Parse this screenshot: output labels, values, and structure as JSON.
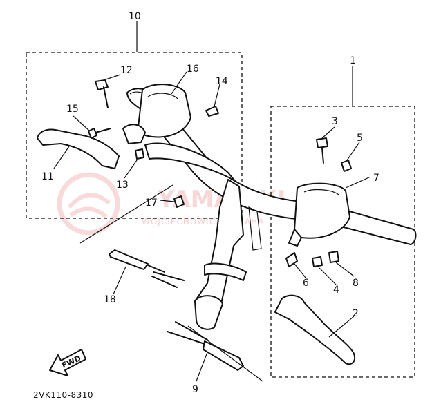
{
  "diagram": {
    "drawing_code": "2VK110-8310",
    "fwd_label": "FWD",
    "watermark": {
      "brand": "YAMA-SKI.PL",
      "tagline": "WOJCIECHOWICZ    YAMAHA"
    },
    "callouts": [
      {
        "id": "c1",
        "label": "1"
      },
      {
        "id": "c2",
        "label": "2"
      },
      {
        "id": "c3",
        "label": "3"
      },
      {
        "id": "c4",
        "label": "4"
      },
      {
        "id": "c5",
        "label": "5"
      },
      {
        "id": "c6",
        "label": "6"
      },
      {
        "id": "c7",
        "label": "7"
      },
      {
        "id": "c8",
        "label": "8"
      },
      {
        "id": "c9",
        "label": "9"
      },
      {
        "id": "c10",
        "label": "10"
      },
      {
        "id": "c11",
        "label": "11"
      },
      {
        "id": "c12",
        "label": "12"
      },
      {
        "id": "c13",
        "label": "13"
      },
      {
        "id": "c14",
        "label": "14"
      },
      {
        "id": "c15",
        "label": "15"
      },
      {
        "id": "c16",
        "label": "16"
      },
      {
        "id": "c17",
        "label": "17"
      },
      {
        "id": "c18",
        "label": "18"
      }
    ]
  }
}
